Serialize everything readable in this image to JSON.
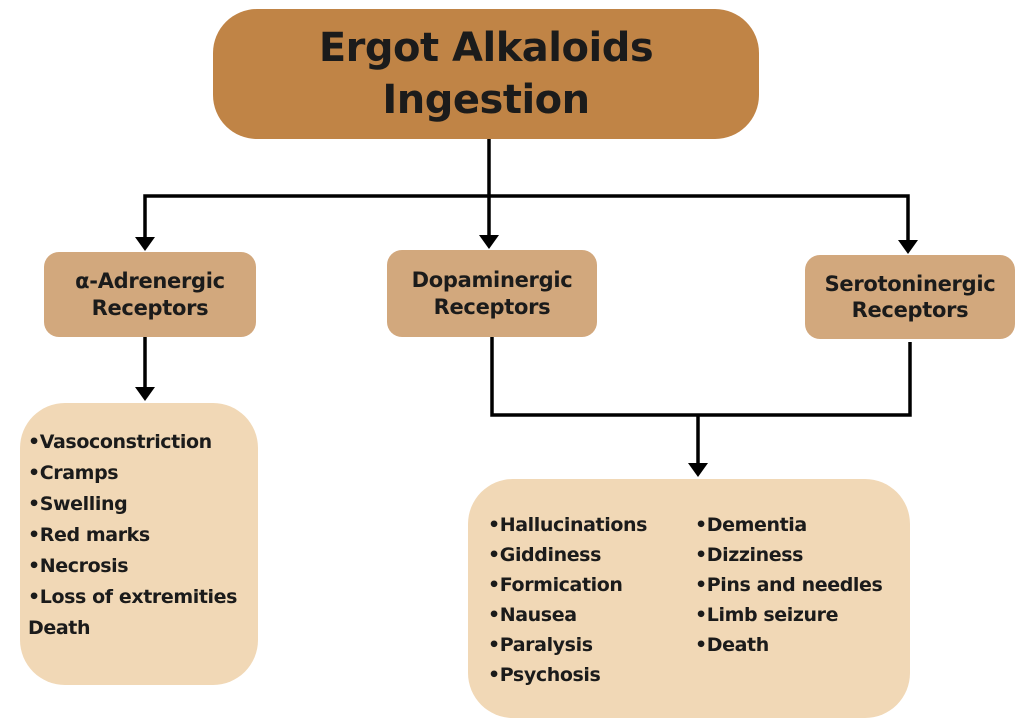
{
  "diagram": {
    "root": {
      "line1": "Ergot Alkaloids",
      "line2": "Ingestion"
    },
    "branches": {
      "adrenergic": {
        "line1": "α-Adrenergic",
        "line2": "Receptors"
      },
      "dopaminergic": {
        "line1": "Dopaminergic",
        "line2": "Receptors"
      },
      "serotoninergic": {
        "line1": "Serotoninergic",
        "line2": "Receptors"
      }
    },
    "adrenergic_effects": {
      "items": [
        "•Vasoconstriction",
        "•Cramps",
        "•Swelling",
        "•Red marks",
        "•Necrosis",
        "•Loss of extremities",
        "Death"
      ]
    },
    "dopaminergic_serotoninergic_effects": {
      "col1": [
        "•Hallucinations",
        "•Giddiness",
        "•Formication",
        "•Nausea",
        "•Paralysis",
        "•Psychosis"
      ],
      "col2": [
        "•Dementia",
        "•Dizziness",
        "•Pins and needles",
        "•Limb seizure",
        "•Death"
      ]
    },
    "colors": {
      "root_fill": "#c08446",
      "branch_fill": "#d2a87d",
      "effects_fill": "#f1d8b6",
      "text": "#1b1b1b",
      "line": "#000000"
    }
  }
}
